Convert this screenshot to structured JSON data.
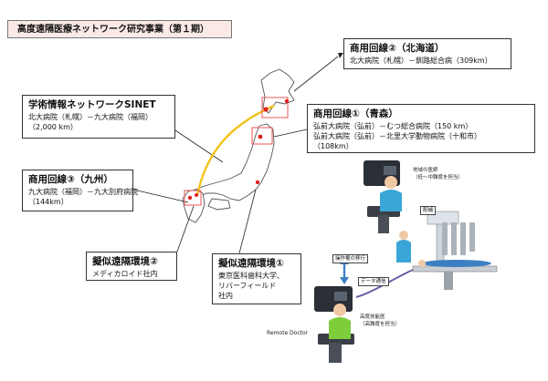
{
  "title": "高度遠隔医療ネットワーク研究事業（第１期）",
  "callouts": {
    "sinet": {
      "heading": "学術情報ネットワークSINET",
      "lines": [
        "北大病院（札幌）－九大病院（福岡）",
        "（2,000 km）"
      ]
    },
    "hokkaido": {
      "heading": "商用回線②（北海道）",
      "lines": [
        "北大病院（札幌）－釧路総合病（309km）"
      ]
    },
    "aomori": {
      "heading": "商用回線①（青森）",
      "lines": [
        "弘前大病院（弘前）－むつ総合病院（150 km）",
        "弘前大病院（弘前）－北里大学動物病院（十和市）",
        "（108km）"
      ]
    },
    "kyushu": {
      "heading": "商用回線③（九州）",
      "lines": [
        "九大病院（福岡）－九大別府病院",
        "（144km）"
      ]
    },
    "sim2": {
      "heading": "擬似遠隔環境②",
      "lines": [
        "メディカロイド社内"
      ]
    },
    "sim1": {
      "heading": "擬似遠隔環境①",
      "lines": [
        "東京医科歯科大学、",
        "リバーフィールド",
        "社内"
      ]
    }
  },
  "illustration": {
    "local_doctor": "地域の医師",
    "local_doctor_note": "（低～中難度を担当）",
    "assist": "配補",
    "operation_label": "操作権の移行",
    "data_link": "データ通信",
    "expert": "高度技能医",
    "expert_note": "（高難度を担当）",
    "remote_doctor": "Remote Doctor"
  },
  "colors": {
    "sinet_line": "#f2c21a",
    "site_dot": "#e02020",
    "site_box": "#ee5555",
    "title_bg": "#fbe9e7",
    "local_robe": "#3aa6d8",
    "expert_robe": "#7dce3a",
    "arrow_blue": "#3d7fc3",
    "data_line": "#6a5aa5"
  }
}
